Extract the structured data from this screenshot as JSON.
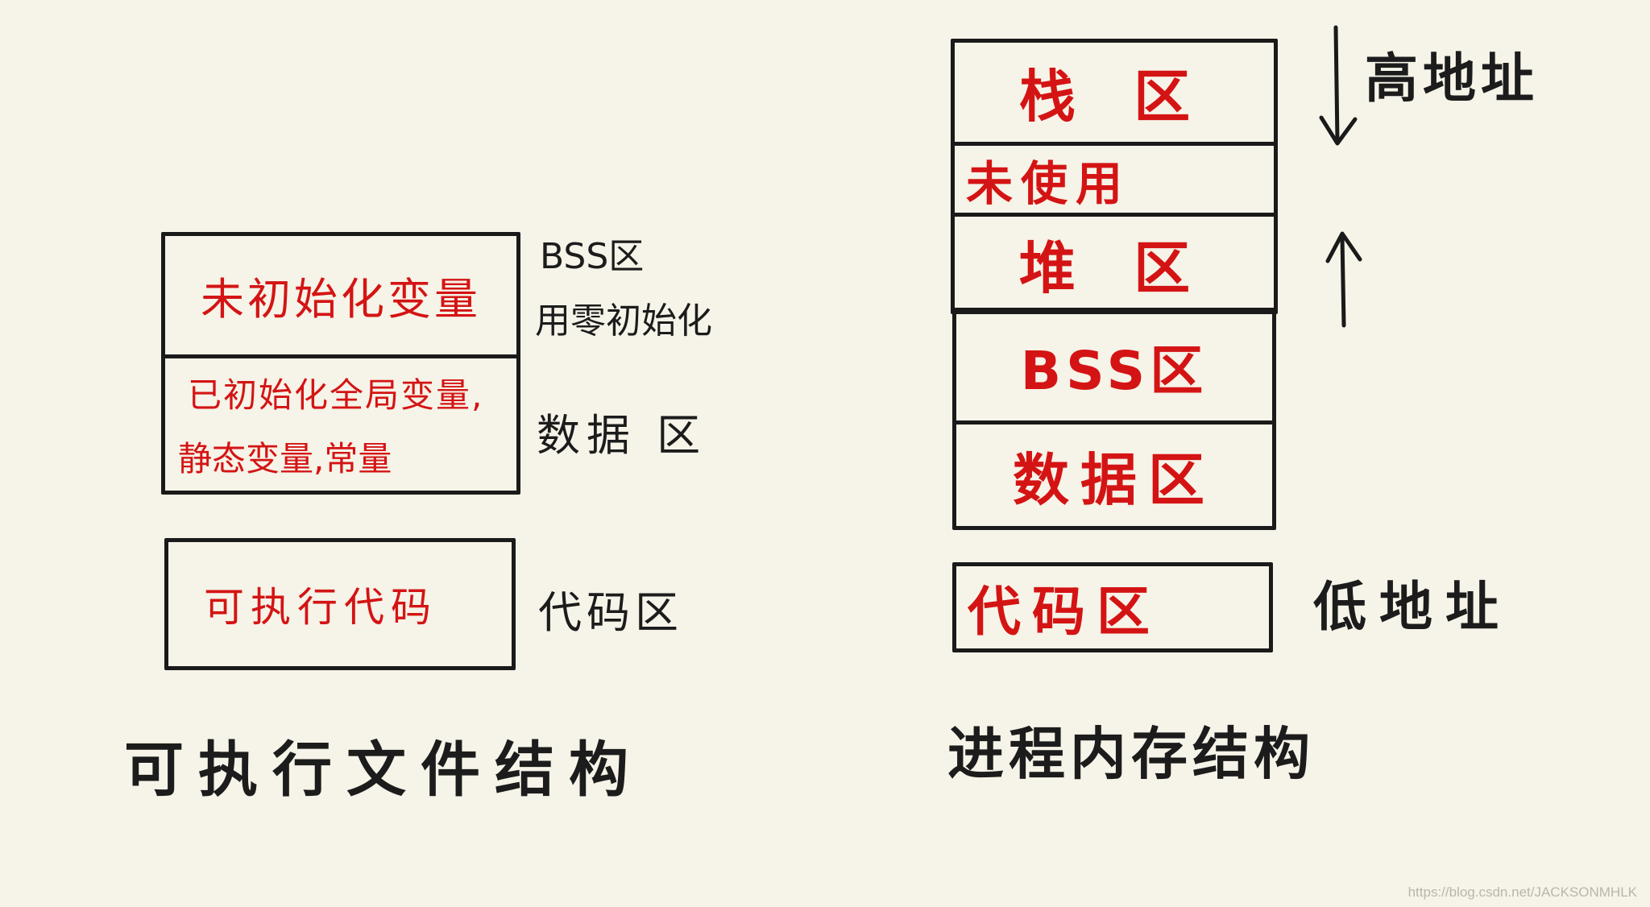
{
  "executable": {
    "bss_content": "未初始化变量",
    "data_content_line1": "已初始化全局变量,",
    "data_content_line2": "静态变量,常量",
    "code_content": "可执行代码",
    "bss_label": "BSS区",
    "bss_note": "用零初始化",
    "data_label": "数据 区",
    "code_label": "代码区",
    "title": "可执行文件结构"
  },
  "process": {
    "stack": "栈 区",
    "unused": "未使用",
    "heap": "堆 区",
    "bss": "BSS区",
    "data": "数据区",
    "code": "代码区",
    "high_address": "高地址",
    "low_address": "低地址",
    "title": "进程内存结构"
  },
  "watermark": "https://blog.csdn.net/JACKSONMHLK",
  "colors": {
    "ink": "#1a1a1a",
    "red": "#d41414",
    "paper": "#f6f3e8"
  }
}
